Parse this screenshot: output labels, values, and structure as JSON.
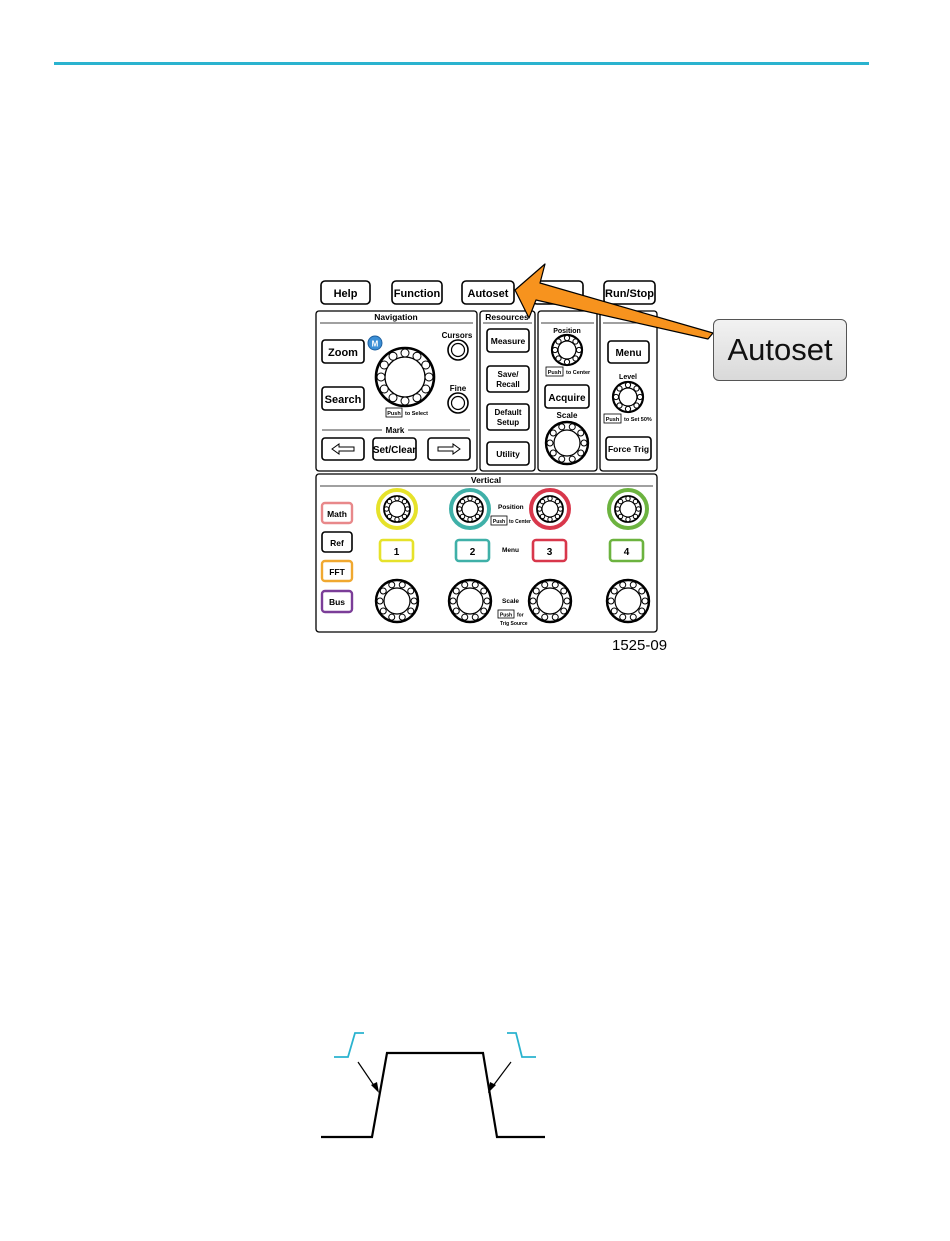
{
  "top_buttons": {
    "help": "Help",
    "function": "Function",
    "autoset": "Autoset",
    "run_stop": "Run/Stop"
  },
  "navigation": {
    "title": "Navigation",
    "zoom": "Zoom",
    "m_badge": "M",
    "cursors": "Cursors",
    "search": "Search",
    "fine": "Fine",
    "push": "Push",
    "to_select": "to Select",
    "mark": "Mark",
    "set_clear": "Set/Clear"
  },
  "resources": {
    "title": "Resources",
    "measure": "Measure",
    "save_recall": [
      "Save/",
      "Recall"
    ],
    "default_setup": [
      "Default",
      "Setup"
    ],
    "utility": "Utility"
  },
  "horizontal": {
    "position": "Position",
    "push": "Push",
    "to_center": "to Center",
    "acquire": "Acquire",
    "scale": "Scale"
  },
  "trigger": {
    "menu": "Menu",
    "level": "Level",
    "push": "Push",
    "to_set_50": "to Set 50%",
    "force_trig": "Force Trig"
  },
  "vertical": {
    "title": "Vertical",
    "math": "Math",
    "ref": "Ref",
    "fft": "FFT",
    "bus": "Bus",
    "channels": [
      "1",
      "2",
      "3",
      "4"
    ],
    "position": "Position",
    "push": "Push",
    "to_center": "to Center",
    "menu": "Menu",
    "scale": "Scale",
    "for": "for",
    "trig_source": "Trig Source"
  },
  "callout_label": "Autoset",
  "figure_id": "1525-09",
  "colors": {
    "rule": "#2ab3cf",
    "arrow": "#f7931e",
    "ch1": "#e6e22a",
    "ch2": "#3fb0a8",
    "ch3": "#d8374b",
    "ch4": "#6cb33f",
    "math": "#e8888a",
    "fft": "#f0a830",
    "bus": "#7b3d98",
    "m_badge": "#3b8fd6",
    "slope_marker": "#2ab3cf"
  }
}
